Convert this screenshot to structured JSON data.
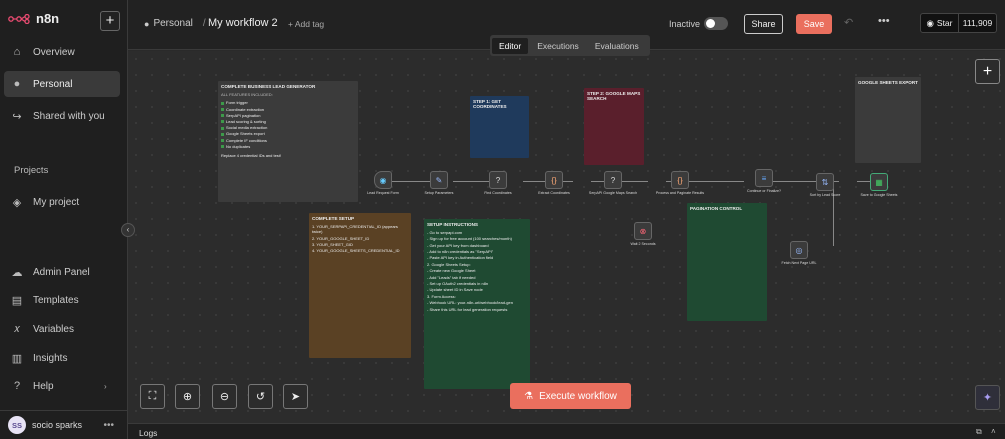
{
  "brand": {
    "name": "n8n"
  },
  "sidebar": {
    "top_items": [
      {
        "label": "Overview",
        "icon": "home-icon"
      },
      {
        "label": "Personal",
        "icon": "user-icon"
      },
      {
        "label": "Shared with you",
        "icon": "share-icon"
      }
    ],
    "projects_title": "Projects",
    "project_items": [
      {
        "label": "My project",
        "icon": "layers-icon"
      }
    ],
    "bottom_items": [
      {
        "label": "Admin Panel",
        "icon": "cloud-icon"
      },
      {
        "label": "Templates",
        "icon": "templates-icon"
      },
      {
        "label": "Variables",
        "icon": "variables-icon"
      },
      {
        "label": "Insights",
        "icon": "insights-icon"
      },
      {
        "label": "Help",
        "icon": "help-icon"
      }
    ],
    "user": {
      "initials": "SS",
      "name": "socio sparks"
    }
  },
  "header": {
    "project": "Personal",
    "separator": "/",
    "workflow_title": "My workflow 2",
    "add_tag": "+ Add tag",
    "status_label": "Inactive",
    "share_label": "Share",
    "save_label": "Save",
    "star_label": "Star",
    "star_count": "111,909"
  },
  "tabs": [
    "Editor",
    "Executions",
    "Evaluations"
  ],
  "canvas": {
    "execute_label": "Execute workflow",
    "notes": {
      "complete_generator": {
        "title": "COMPLETE BUSINESS LEAD GENERATOR",
        "subtitle": "ALL FEATURES INCLUDED:",
        "items": [
          "Form trigger",
          "Coordinate extraction",
          "SerpAPI pagination",
          "Lead scoring & sorting",
          "Social media extraction",
          "Google Sheets export",
          "Complete IF conditions",
          "No duplicates"
        ],
        "footer": "Replace 4 credential IDs and test!"
      },
      "step1": {
        "title": "STEP 1: GET COORDINATES"
      },
      "step2": {
        "title": "STEP 2: GOOGLE MAPS SEARCH"
      },
      "sheets_export": {
        "title": "GOOGLE SHEETS EXPORT"
      },
      "complete_setup": {
        "title": "COMPLETE SETUP",
        "items": [
          "1. YOUR_SERPAPI_CREDENTIAL_ID (appears twice)",
          "2. YOUR_GOOGLE_SHEET_ID",
          "3. YOUR_SHEET_GID",
          "4. YOUR_GOOGLE_SHEETS_CREDENTIAL_ID"
        ]
      },
      "setup_instructions": {
        "title": "SETUP INSTRUCTIONS",
        "items": [
          "- Go to serpapi.com",
          "- Sign up for free account (100 searches/month)",
          "- Get your API key from dashboard",
          "- Add to n8n credentials as \"SerpAPI\"",
          "- Paste API key in Authentication field",
          "2. Google Sheets Setup:",
          "- Create new Google Sheet",
          "- Add \"Leads\" tab if needed",
          "- Set up OAuth2 credentials in n8n",
          "- Update sheet ID in Save node",
          "3. Form Access:",
          "- Webhook URL: your-n8n-url/webhook/lead-gen",
          "- Share this URL for lead generation requests"
        ]
      },
      "pagination": {
        "title": "PAGINATION CONTROL"
      }
    },
    "nodes": [
      {
        "label": "Lead Request Form",
        "glyph": "◉"
      },
      {
        "label": "Setup Parameters",
        "glyph": "✎"
      },
      {
        "label": "Find Coordinates",
        "glyph": "?"
      },
      {
        "label": "Extract Coordinates",
        "glyph": "{}"
      },
      {
        "label": "SerpAPI Google Maps Search",
        "glyph": "?"
      },
      {
        "label": "Process and Paginate Results",
        "glyph": "{}"
      },
      {
        "label": "Continue or Finalize?",
        "glyph": "≡"
      },
      {
        "label": "Sort by Lead Score",
        "glyph": "⇅"
      },
      {
        "label": "Save to Google Sheets",
        "glyph": "▦"
      },
      {
        "label": "Wait 2 Seconds",
        "glyph": "⊗"
      },
      {
        "label": "Fetch Next Page URL",
        "glyph": "◎"
      }
    ]
  },
  "logs": {
    "label": "Logs"
  },
  "colors": {
    "accent": "#ea6f5e",
    "canvas": "#2c2c2c",
    "sidebar": "#1f1f1f"
  }
}
